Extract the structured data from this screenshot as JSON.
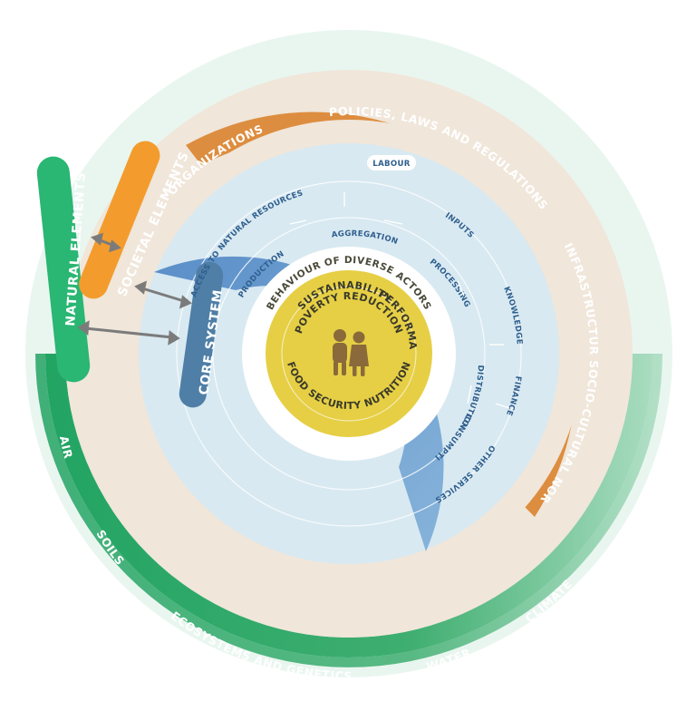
{
  "colors": {
    "outer_mint": "#e9f6f0",
    "green_band": "#3aaa6e",
    "orange_band": "#dd8d3f",
    "beige": "#f0e6da",
    "blue_band": "#6d9fd0",
    "core_light": "#d8e9f1",
    "center_yellow": "#e6cf45",
    "core_pill": "#4f7ea6",
    "societal_pill": "#f39c2d",
    "natural_pill": "#2ab673"
  },
  "labels": {
    "natural_elements": "NATURAL ELEMENTS",
    "societal_elements": "SOCIETAL ELEMENTS",
    "core_system": "CORE SYSTEM",
    "organizations": "ORGANIZATIONS",
    "policies": "POLICIES, LAWS AND REGULATIONS",
    "infrastructures": "INFRASTRUCTURES",
    "socio_cultural": "SOCIO-CULTURAL NORMS",
    "air": "AIR",
    "soils": "SOILS",
    "ecosystems": "ECOSYSTEMS AND GENETICS",
    "water": "WATER",
    "climate": "CLIMATE",
    "access": "ACCESS TO NATURAL RESOURCES",
    "labour": "LABOUR",
    "inputs": "INPUTS",
    "knowledge": "KNOWLEDGE",
    "finance": "FINANCE",
    "other_services": "OTHER SERVICES",
    "production": "PRODUCTION",
    "aggregation": "AGGREGATION",
    "processing": "PROCESSING",
    "distribution": "DISTRIBUTION",
    "consumption": "CONSUMPTION",
    "behaviour": "BEHAVIOUR OF DIVERSE ACTORS",
    "sustainability": "SUSTAINABILITY",
    "performance": "PERFORMANCE",
    "poverty": "POVERTY REDUCTION",
    "food_security": "FOOD SECURITY NUTRITION"
  },
  "icons": {
    "people": "people-icon"
  }
}
